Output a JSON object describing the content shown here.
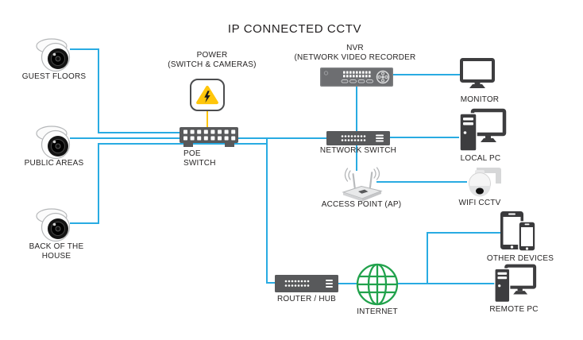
{
  "title": "IP CONNECTED CCTV",
  "colors": {
    "link": "#29abe2",
    "power_link": "#ffc60b",
    "device_dark": "#58595b",
    "nvr_gray": "#6d6e71",
    "globe_green": "#21a24c",
    "warning_yellow": "#ffc60b",
    "text": "#272525"
  },
  "nodes": {
    "camera_guest": {
      "label": "GUEST FLOORS"
    },
    "camera_public": {
      "label": "PUBLIC AREAS"
    },
    "camera_back": {
      "line1": "BACK OF THE",
      "line2": "HOUSE"
    },
    "power": {
      "line1": "POWER",
      "line2": "(SWITCH & CAMERAS)"
    },
    "poe_switch": {
      "line1": "POE",
      "line2": "SWITCH"
    },
    "nvr": {
      "line1": "NVR",
      "line2": "(NETWORK VIDEO RECORDER"
    },
    "network_switch": {
      "label": "NETWORK SWITCH"
    },
    "access_point": {
      "label": "ACCESS POINT (AP)"
    },
    "router": {
      "label": "ROUTER / HUB"
    },
    "internet": {
      "label": "INTERNET"
    },
    "monitor": {
      "label": "MONITOR"
    },
    "local_pc": {
      "label": "LOCAL PC"
    },
    "wifi_cctv": {
      "label": "WIFI CCTV"
    },
    "other_devices": {
      "label": "OTHER DEVICES"
    },
    "remote_pc": {
      "label": "REMOTE PC"
    }
  },
  "connections": [
    {
      "from": "camera_guest",
      "to": "poe_switch",
      "type": "data"
    },
    {
      "from": "camera_public",
      "to": "poe_switch",
      "type": "data"
    },
    {
      "from": "camera_back",
      "to": "router",
      "type": "data"
    },
    {
      "from": "power",
      "to": "poe_switch",
      "type": "power"
    },
    {
      "from": "poe_switch",
      "to": "network_switch",
      "type": "data"
    },
    {
      "from": "poe_switch",
      "to": "router",
      "type": "data"
    },
    {
      "from": "nvr",
      "to": "network_switch",
      "type": "data"
    },
    {
      "from": "nvr",
      "to": "monitor",
      "type": "data"
    },
    {
      "from": "network_switch",
      "to": "local_pc",
      "type": "data"
    },
    {
      "from": "network_switch",
      "to": "access_point",
      "type": "data"
    },
    {
      "from": "access_point",
      "to": "wifi_cctv",
      "type": "wireless"
    },
    {
      "from": "router",
      "to": "internet",
      "type": "data"
    },
    {
      "from": "internet",
      "to": "other_devices",
      "type": "data"
    },
    {
      "from": "internet",
      "to": "remote_pc",
      "type": "data"
    }
  ]
}
